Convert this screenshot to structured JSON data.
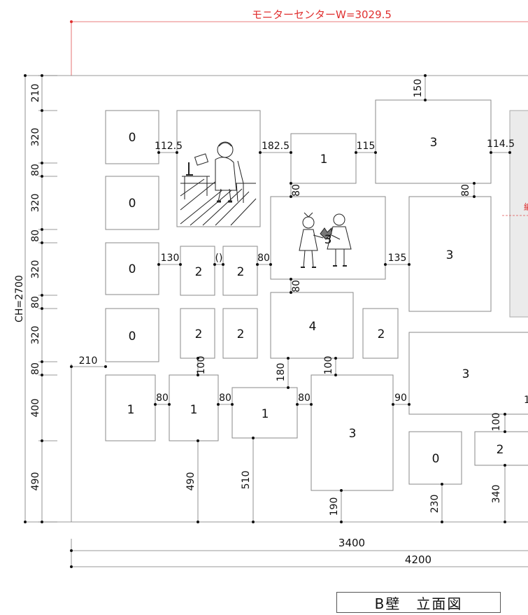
{
  "header": {
    "monitor_center": "モニターセンターW=3029.5"
  },
  "title": {
    "label": "B壁　立面図"
  },
  "ceiling": {
    "label": "CH=2700"
  },
  "colors": {
    "accent_red": "#e03030",
    "line_gray": "#8a8a8a"
  },
  "frames": [
    {
      "label": "0"
    },
    {
      "label": "0"
    },
    {
      "label": "0"
    },
    {
      "label": "0"
    },
    {
      "label": ""
    },
    {
      "label": "1"
    },
    {
      "label": "3"
    },
    {
      "label": "3"
    },
    {
      "label": "3"
    },
    {
      "label": "2"
    },
    {
      "label": "2"
    },
    {
      "label": "2"
    },
    {
      "label": "2"
    },
    {
      "label": "4"
    },
    {
      "label": "2"
    },
    {
      "label": "3"
    },
    {
      "label": "1"
    },
    {
      "label": "1"
    },
    {
      "label": "1"
    },
    {
      "label": "3"
    },
    {
      "label": "0"
    },
    {
      "label": "2"
    },
    {
      "label": ""
    }
  ],
  "left_vertical_dims": [
    "210",
    "320",
    "80",
    "320",
    "80",
    "320",
    "80",
    "320",
    "80",
    "400",
    "490"
  ],
  "gap_labels": [
    "112.5",
    "182.5",
    "115",
    "114.5",
    "150",
    "80",
    "80",
    "130",
    "()",
    "80",
    "135",
    "80",
    "210",
    "100",
    "180",
    "100",
    "80",
    "80",
    "80",
    "90",
    "100",
    "490",
    "510",
    "190",
    "230",
    "340"
  ],
  "bottom_dims": {
    "total_3400": "3400",
    "total_4200": "4200"
  },
  "edge_fragment": "編",
  "edge_fragment_2": "1"
}
